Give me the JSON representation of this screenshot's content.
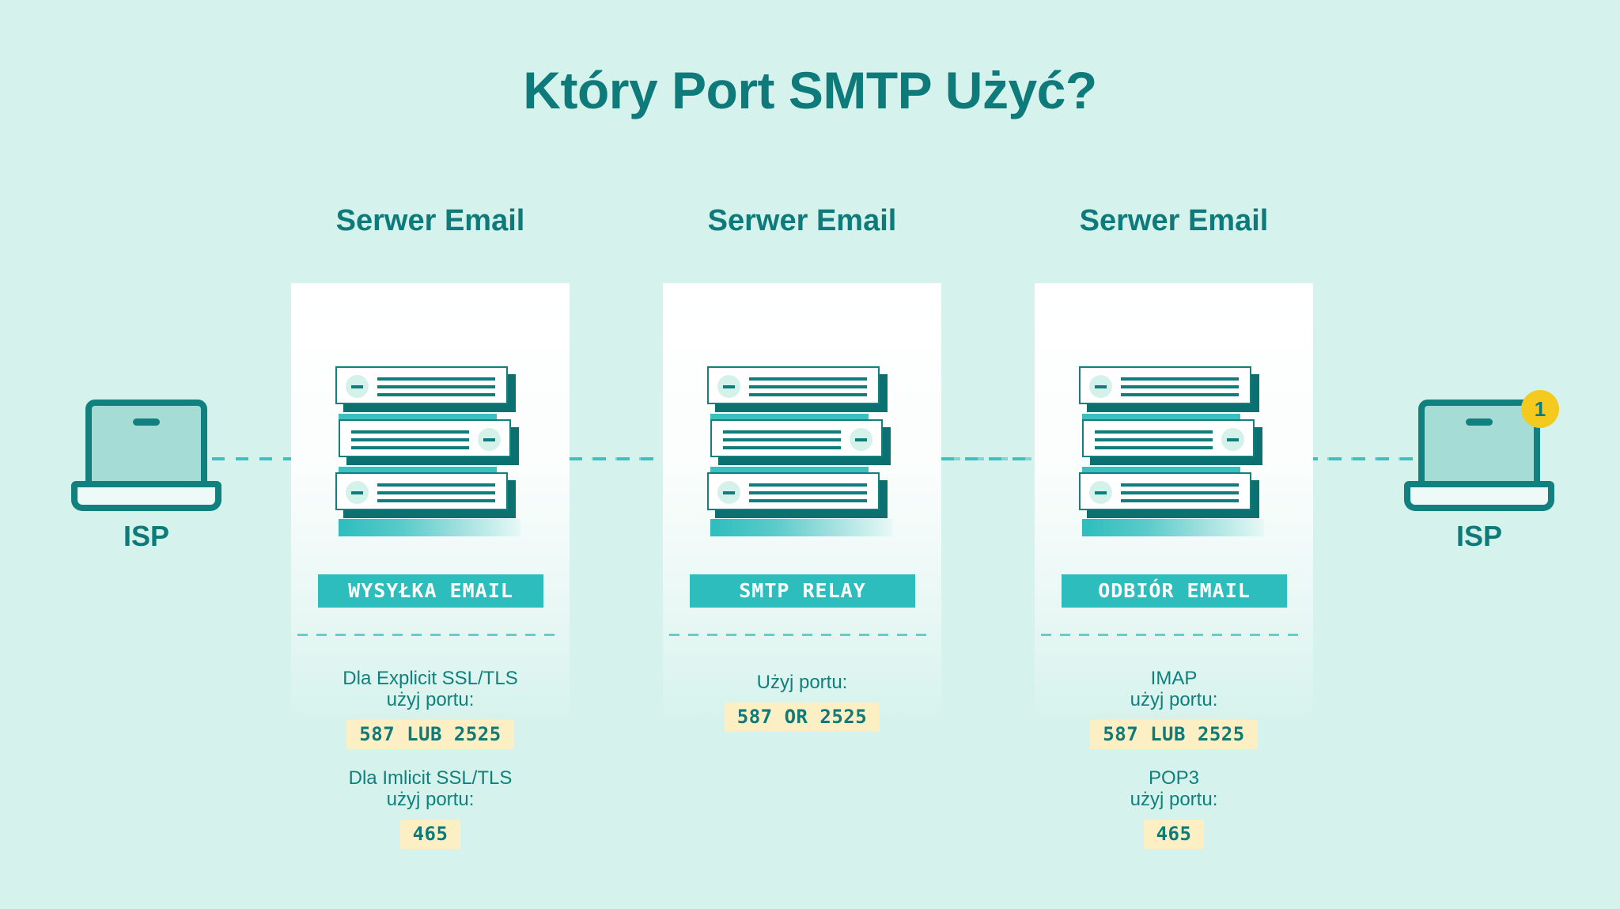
{
  "title": "Który Port SMTP Użyć?",
  "colors": {
    "background": "#d5f2ec",
    "teal_dark": "#0e7a7a",
    "teal_accent": "#2ebdbd",
    "badge_yellow": "#f5ca1e",
    "port_highlight": "#fcefc4",
    "screen_fill": "#a5dcd6"
  },
  "endpoints": {
    "left": {
      "label": "ISP",
      "icon": "laptop-icon",
      "notification": null
    },
    "right": {
      "label": "ISP",
      "icon": "laptop-icon",
      "notification": "1"
    }
  },
  "columns": [
    {
      "heading": "Serwer Email",
      "tag": "WYSYŁKA EMAIL",
      "groups": [
        {
          "caption": "Dla Explicit SSL/TLS\nużyj portu:",
          "port": "587 LUB 2525"
        },
        {
          "caption": "Dla Imlicit SSL/TLS\nużyj portu:",
          "port": "465"
        }
      ]
    },
    {
      "heading": "Serwer Email",
      "tag": "SMTP RELAY",
      "groups": [
        {
          "caption": "Użyj portu:",
          "port": "587 OR 2525"
        }
      ]
    },
    {
      "heading": "Serwer Email",
      "tag": "ODBIÓR EMAIL",
      "groups": [
        {
          "caption": "IMAP\nużyj portu:",
          "port": "587 LUB 2525"
        },
        {
          "caption": "POP3\nużyj portu:",
          "port": "465"
        }
      ]
    }
  ]
}
